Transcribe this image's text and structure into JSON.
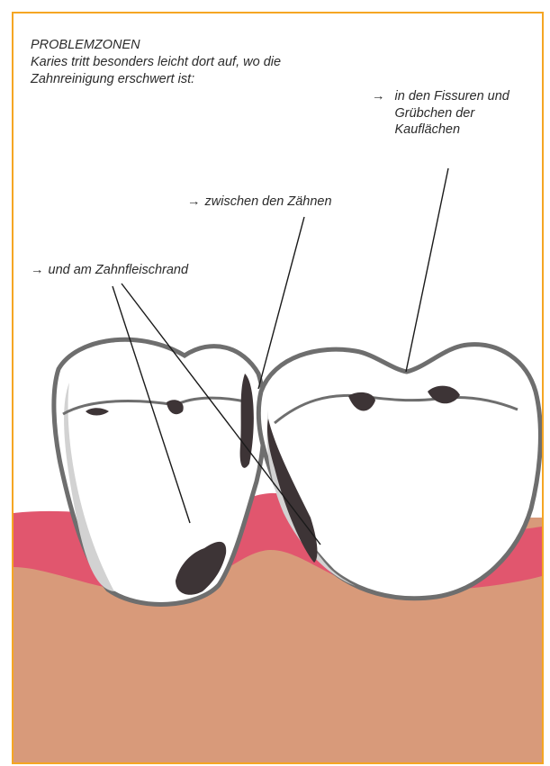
{
  "heading": "PROBLEMZONEN",
  "intro": "Karies tritt besonders leicht dort auf, wo die Zahnreinigung erschwert ist:",
  "arrow_glyph": "→",
  "labels": {
    "fissures": "in den Fissuren und Grübchen der Kauflächen",
    "between": "zwischen den Zähnen",
    "gumline": "und am Zahnfleischrand"
  },
  "colors": {
    "frame_border": "#f5a623",
    "gum": "#e1566e",
    "bone": "#d89a7a",
    "tooth": "#ffffff",
    "tooth_outline": "#6e6e6e",
    "tooth_shade": "#d2d2d2",
    "caries": "#3d3436"
  }
}
